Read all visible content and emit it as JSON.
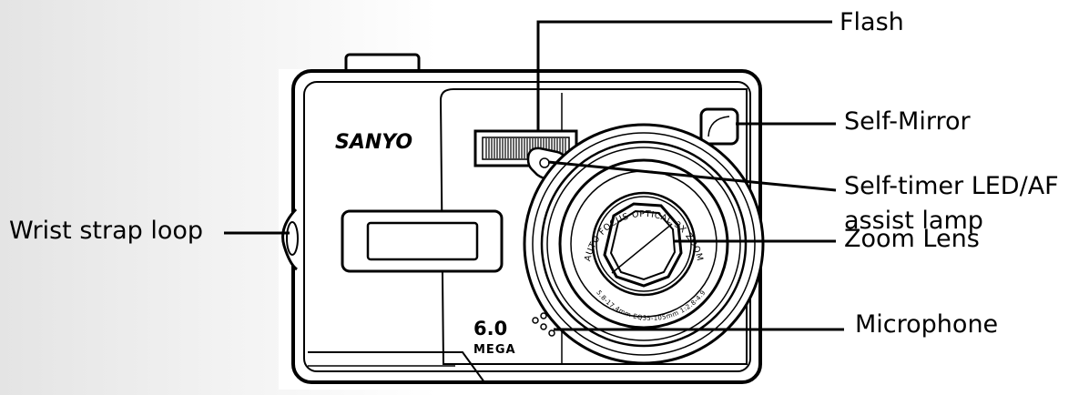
{
  "brand_logo_text": "SANYO",
  "megapixel_value": "6.0",
  "megapixel_unit": "MEGA",
  "lens_ring_text": "AUTO FOCUS OPTICAL 3X ZOOM",
  "lens_spec_text": "5.8-17.4mm EQ35-105mm 1:2.8-4.9",
  "callouts": {
    "flash": "Flash",
    "self_mirror": "Self-Mirror",
    "self_timer_line1": "Self-timer LED/AF",
    "self_timer_line2": "assist lamp",
    "zoom_lens": "Zoom Lens",
    "microphone": "Microphone",
    "wrist_strap": "Wrist strap loop"
  }
}
